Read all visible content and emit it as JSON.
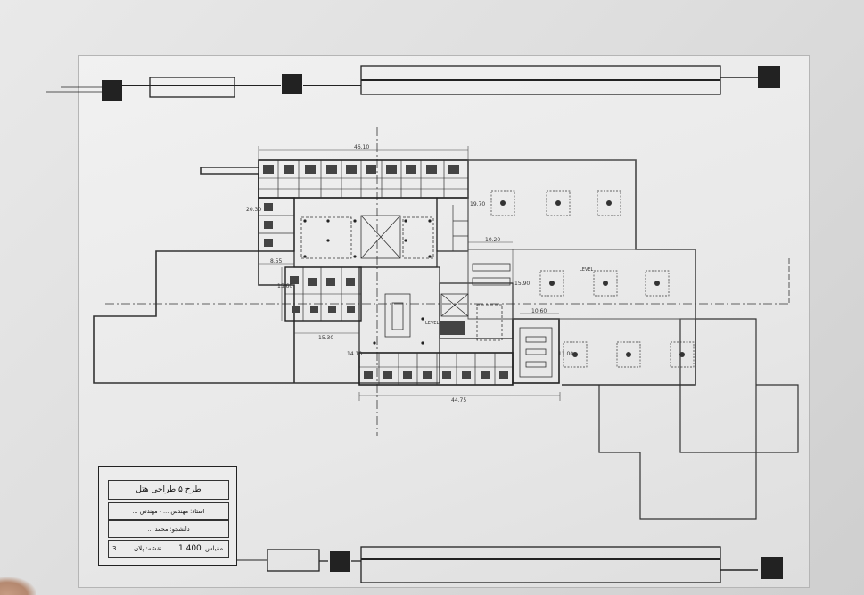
{
  "dimensions": {
    "top_width": "46.10",
    "left_depth": "20.30",
    "right_upper": "19.70",
    "court_gap": "10.20",
    "left_inner": "8.55",
    "west_wing": "15.60",
    "east_wing": "15.90",
    "east_bay": "10.60",
    "lower_left": "15.30",
    "lower_row": "14.10",
    "bottom_width": "44.75",
    "east_end": "11.00",
    "level_label": "LEVEL"
  },
  "title_block": {
    "title": "طرح ۵ طراحی هتل",
    "advisor": "استاد: مهندس ... - مهندس ... ",
    "student": "دانشجو: محمد ...",
    "scale_label": "مقیاس",
    "scale_value": "1.400",
    "sheet_label": "نقشه: پلان",
    "sheet_number": "3"
  }
}
